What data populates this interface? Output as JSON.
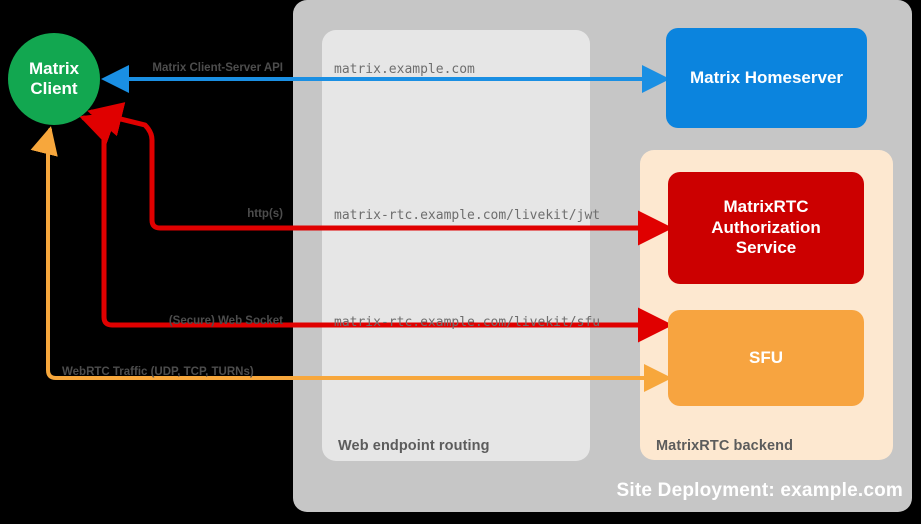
{
  "diagram": {
    "title": "Site Deployment: example.com",
    "background_color": "#000000"
  },
  "containers": {
    "site": {
      "label": "Site Deployment: example.com",
      "color": "#c6c6c6"
    },
    "routing": {
      "label": "Web endpoint routing",
      "color": "#e6e6e6"
    },
    "backend": {
      "label": "MatrixRTC backend",
      "color": "#fde8d0"
    }
  },
  "nodes": {
    "client": {
      "line1": "Matrix",
      "line2": "Client",
      "color": "#12a750",
      "shape": "circle"
    },
    "homeserver": {
      "label": "Matrix Homeserver",
      "color": "#0b84de",
      "shape": "rounded-rect"
    },
    "auth_service": {
      "line1": "MatrixRTC",
      "line2": "Authorization",
      "line3": "Service",
      "color": "#cc0000",
      "shape": "rounded-rect"
    },
    "sfu": {
      "label": "SFU",
      "color": "#f7a440",
      "shape": "rounded-rect"
    }
  },
  "edges": [
    {
      "name": "matrix-client-server-api",
      "label": "Matrix Client-Server API",
      "url": "matrix.example.com",
      "color": "#1a8fe3",
      "from": "homeserver",
      "to": "client",
      "direction": "bidirectional"
    },
    {
      "name": "livekit-jwt",
      "label": "http(s)",
      "url": "matrix-rtc.example.com/livekit/jwt",
      "color": "#e00000",
      "from": "client",
      "to": "auth_service",
      "direction": "bidirectional"
    },
    {
      "name": "livekit-sfu-websocket",
      "label": "(Secure) Web Socket",
      "url": "matrix-rtc.example.com/livekit/sfu",
      "color": "#e00000",
      "from": "client",
      "to": "sfu",
      "direction": "bidirectional"
    },
    {
      "name": "webrtc-traffic",
      "label": "WebRTC Traffic (UDP, TCP, TURNs)",
      "url": "",
      "color": "#f7a73c",
      "from": "client",
      "to": "sfu",
      "direction": "bidirectional"
    }
  ]
}
